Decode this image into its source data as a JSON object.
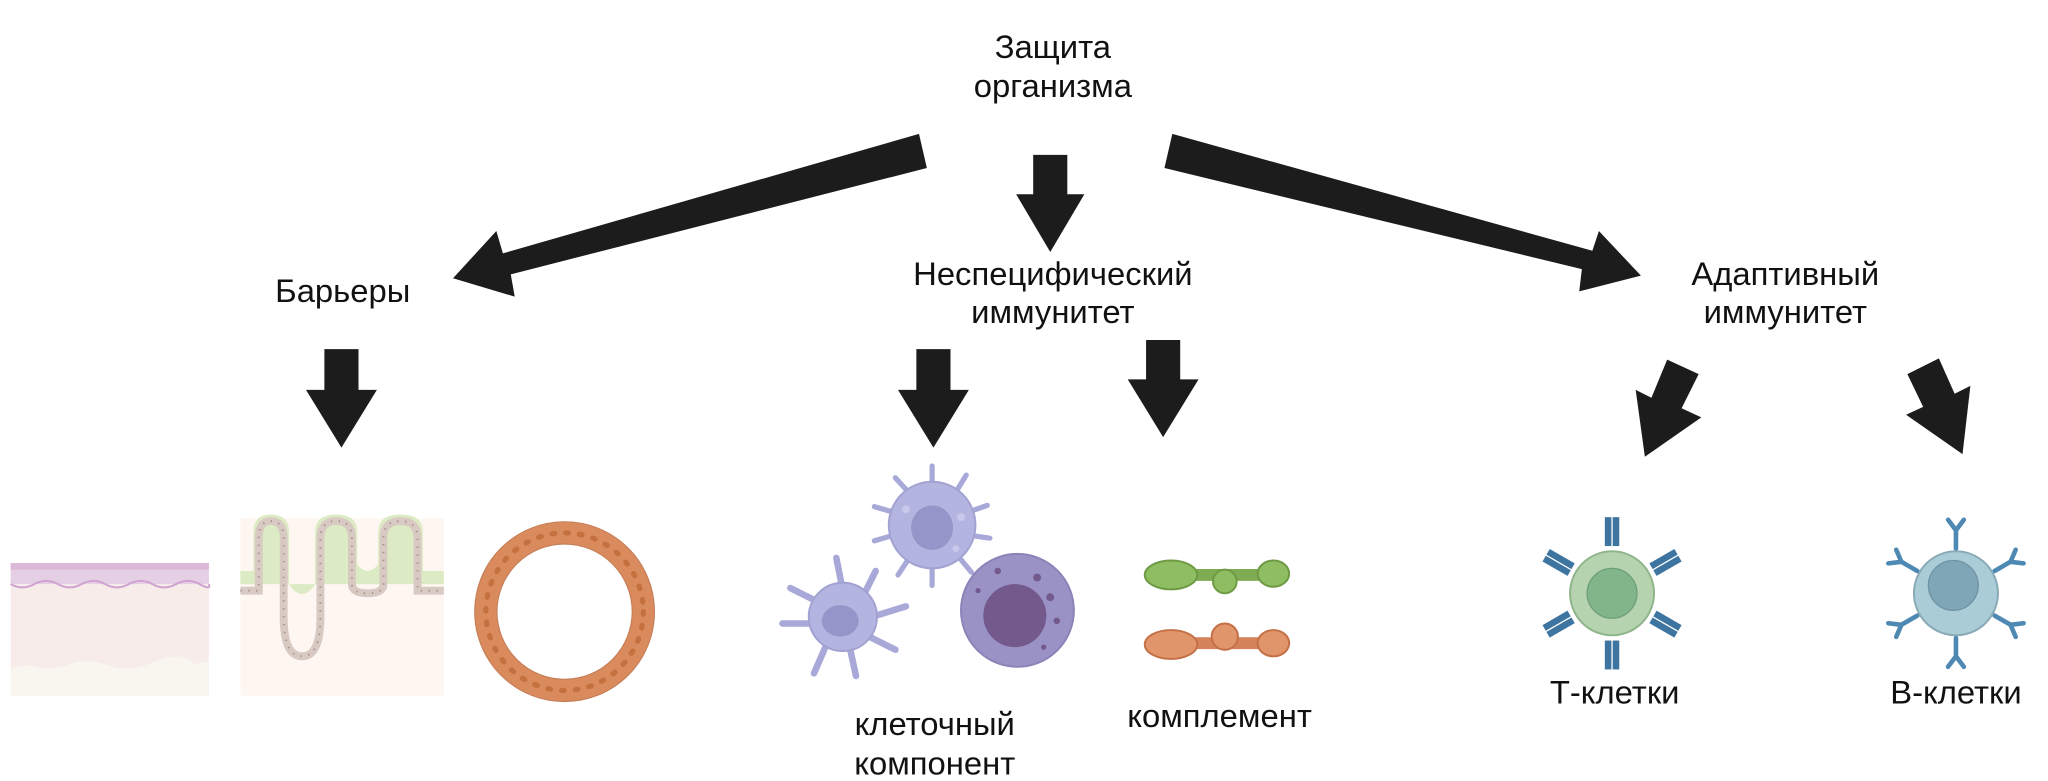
{
  "title": {
    "line1": "Защита",
    "line2": "организма"
  },
  "branches": {
    "barriers": {
      "label": "Барьеры"
    },
    "innate": {
      "line1": "Неспецифический",
      "line2": "иммунитет"
    },
    "adaptive": {
      "line1": "Адаптивный",
      "line2": "иммунитет"
    }
  },
  "leaves": {
    "cellular": {
      "line1": "клеточный",
      "line2": "компонент"
    },
    "complement": {
      "label": "комплемент"
    },
    "t_cells": {
      "label": "Т-клетки"
    },
    "b_cells": {
      "label": "В-клетки"
    }
  },
  "colors": {
    "arrow": "#1c1c1c",
    "skin_top": "#e2c7e0",
    "gut_mucosa": "#dcebc3",
    "epithelium_ring": "#d98b5e",
    "phagocyte": "#b4b4e0",
    "granulocyte": "#9a92c4",
    "complement_green": "#8fbd62",
    "complement_orange": "#e0956a",
    "t_cell": "#b6d3b0",
    "b_cell": "#a9ccd6",
    "receptor": "#3d74a0"
  }
}
